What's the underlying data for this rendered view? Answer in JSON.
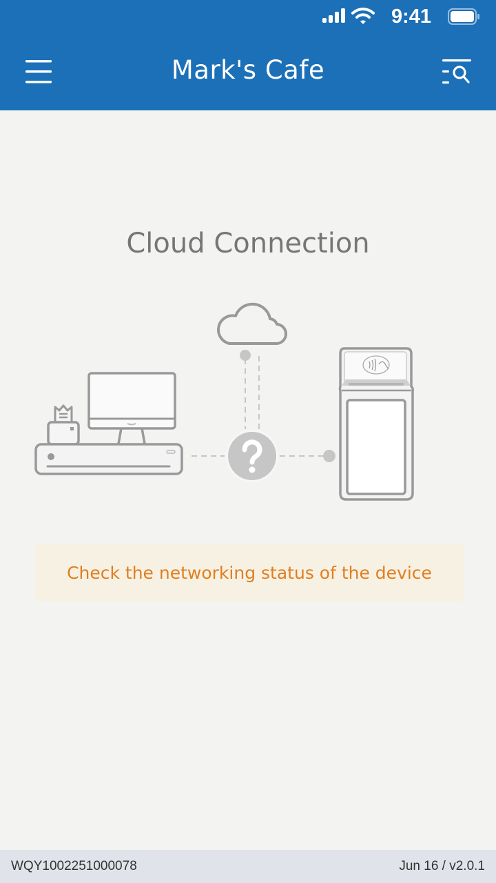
{
  "status_bar": {
    "time": "9:41",
    "icons": [
      "cellular-signal-icon",
      "wifi-icon",
      "battery-icon"
    ]
  },
  "header": {
    "title": "Mark's Cafe",
    "left_icon": "hamburger-menu-icon",
    "right_icon": "search-list-icon"
  },
  "main": {
    "heading": "Cloud Connection",
    "illustration": {
      "elements": [
        "cloud-icon",
        "pos-terminal-icon",
        "receipt-printer-icon",
        "question-status-icon",
        "handheld-payment-device-icon"
      ]
    },
    "notice": "Check the networking status of the device"
  },
  "footer": {
    "device_id": "WQY1002251000078",
    "date_version": "Jun 16 / v2.0.1"
  },
  "colors": {
    "header_bg": "#1c70b8",
    "page_bg": "#f3f3f2",
    "notice_bg": "#f7f1e3",
    "notice_text": "#e07f20",
    "footer_bg": "#e0e3ea",
    "icon_stroke": "#999999"
  }
}
